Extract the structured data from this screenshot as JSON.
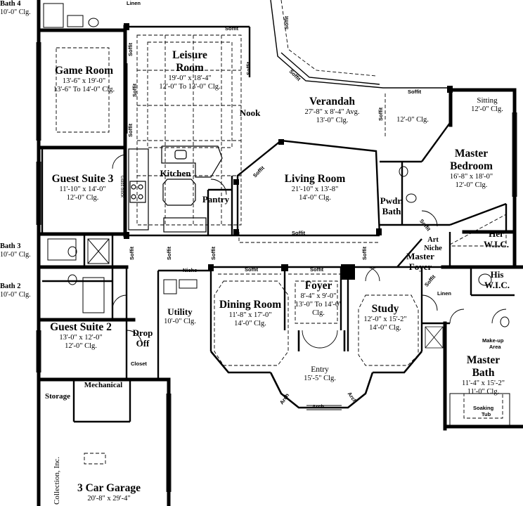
{
  "rooms": {
    "bath4": {
      "name": "Bath 4",
      "ceiling": "10'-0\" Clg."
    },
    "game_room": {
      "name": "Game Room",
      "dims": "13'-6\" x 19'-0\"",
      "ceiling": "13'-6\" To 14'-0\" Clg."
    },
    "leisure_room": {
      "name_line1": "Leisure",
      "name_line2": "Room",
      "dims": "19'-0\" x 18'-4\"",
      "ceiling": "12'-0\" To 13'-0\" Clg."
    },
    "nook": {
      "name": "Nook"
    },
    "kitchen": {
      "name": "Kitchen"
    },
    "pantry": {
      "name": "Pantry"
    },
    "verandah": {
      "name": "Verandah",
      "dims": "27'-8\" x 8'-4\" Avg.",
      "ceiling": "13'-0\" Clg."
    },
    "sitting": {
      "name": "Sitting",
      "ceiling": "12'-0\" Clg."
    },
    "verandah_side": {
      "ceiling": "12'-0\" Clg."
    },
    "master_bedroom": {
      "name_line1": "Master",
      "name_line2": "Bedroom",
      "dims": "16'-8\" x 18'-0\"",
      "ceiling": "12'-0\" Clg."
    },
    "living_room": {
      "name": "Living Room",
      "dims": "21'-10\" x 13'-8\"",
      "ceiling": "14'-0\" Clg."
    },
    "guest_suite3": {
      "name": "Guest Suite 3",
      "dims": "11'-10\" x 14'-0\"",
      "ceiling": "12'-0\" Clg."
    },
    "powder_bath": {
      "name_line1": "Pwdr.",
      "name_line2": "Bath"
    },
    "her_wic": {
      "name_line1": "Her",
      "name_line2": "W.I.C."
    },
    "his_wic": {
      "name_line1": "His",
      "name_line2": "W.I.C."
    },
    "art_niche": {
      "name_line1": "Art",
      "name_line2": "Niche"
    },
    "master_foyer": {
      "name_line1": "Master",
      "name_line2": "Foyer"
    },
    "bath3": {
      "name": "Bath 3",
      "ceiling": "10'-0\" Clg."
    },
    "bath2": {
      "name": "Bath 2",
      "ceiling": "10'-0\" Clg."
    },
    "dining_room": {
      "name": "Dining Room",
      "dims": "11'-8\" x 17'-0\"",
      "ceiling": "14'-0\" Clg."
    },
    "foyer": {
      "name": "Foyer",
      "dims": "8'-4\" x 9'-0\"",
      "ceiling_line1": "13'-0\" To 14'-0\"",
      "ceiling_line2": "Clg."
    },
    "study": {
      "name": "Study",
      "dims": "12'-0\" x 15'-2\"",
      "ceiling": "14'-0\" Clg."
    },
    "utility": {
      "name": "Utility",
      "ceiling": "10'-0\" Clg."
    },
    "guest_suite2": {
      "name": "Guest Suite 2",
      "dims": "13'-0\" x 12'-0\"",
      "ceiling": "12'-0\" Clg."
    },
    "drop_off": {
      "name_line1": "Drop",
      "name_line2": "Off"
    },
    "entry": {
      "name": "Entry",
      "ceiling": "15'-5\" Clg."
    },
    "master_bath": {
      "name_line1": "Master",
      "name_line2": "Bath",
      "dims": "11'-4\" x 15'-2\"",
      "ceiling": "11'-0\" Clg."
    },
    "storage": {
      "name": "Storage"
    },
    "mechanical": {
      "name": "Mechanical"
    },
    "garage": {
      "name": "3 Car Garage",
      "dims": "20'-8\" x 29'-4\""
    }
  },
  "small_labels": {
    "linen_top": "Linen",
    "linen_master": "Linen",
    "niche": "Niche",
    "closet": "Closet",
    "makeup_line1": "Make-up",
    "makeup_line2": "Area",
    "soaking_line1": "Soaking",
    "soaking_line2": "Tub",
    "arch": "Arch",
    "soffit": "Soffit",
    "glass_block": "Glass block"
  },
  "copyright": "Collection, Inc."
}
